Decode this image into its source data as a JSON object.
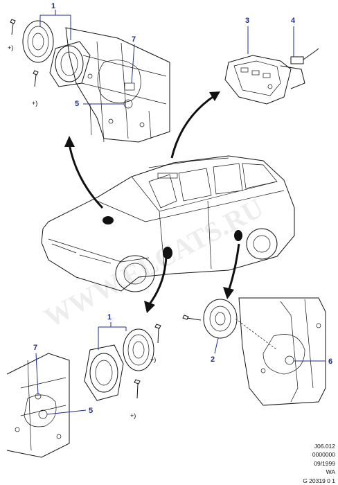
{
  "callouts": {
    "c1_top": "1",
    "c7_top": "7",
    "c5_top": "5",
    "c3": "3",
    "c4": "4",
    "c1_bottom": "1",
    "c7_bottom": "7",
    "c5_bottom": "5",
    "c2": "2",
    "c6": "6"
  },
  "notes": {
    "plus_a": "+)",
    "plus_b": "+)",
    "plus_c": "+)",
    "plus_d": "+)"
  },
  "watermark": {
    "text": "WWW.ELCATS.RU"
  },
  "footer": {
    "line1": "J06.012",
    "line2": "0000000",
    "line3": "09/1999",
    "line4": "WA",
    "line5": "G 20319 0 1"
  }
}
